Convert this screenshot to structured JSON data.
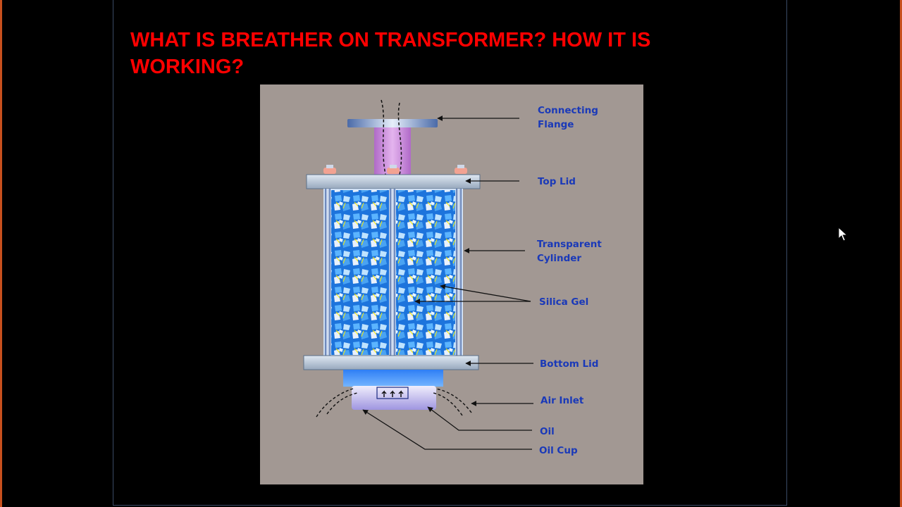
{
  "slide": {
    "title": "WHAT IS BREATHER ON TRANSFORMER? HOW IT IS WORKING?"
  },
  "diagram": {
    "labels": {
      "connecting_flange": [
        "Connecting",
        "Flange"
      ],
      "top_lid": "Top Lid",
      "transparent_cylinder": [
        "Transparent",
        "Cylinder"
      ],
      "silica_gel": "Silica Gel",
      "bottom_lid": "Bottom Lid",
      "air_inlet": "Air Inlet",
      "oil": "Oil",
      "oil_cup": "Oil Cup"
    }
  },
  "colors": {
    "title": "#ff0000",
    "label": "#1a39b8",
    "diagram_background": "#a29893",
    "silica_gel": "#1f78e0",
    "pipe": "#c98ad8",
    "lid": "#a8b8cc",
    "frame_edge": "#c8501e"
  },
  "icons": {
    "cursor": "mouse-pointer-icon"
  }
}
